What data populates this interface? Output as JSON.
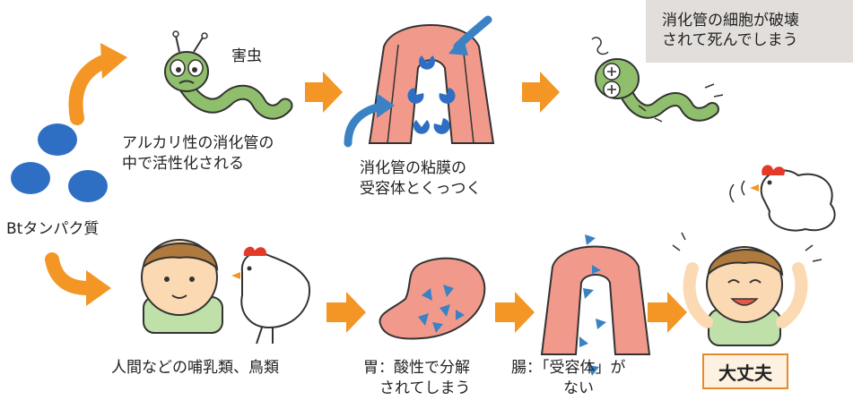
{
  "note": {
    "line1": "消化管の細胞が破壊",
    "line2": "されて死んでしまう"
  },
  "top_path": {
    "pest_label": "害虫",
    "activation_line1": "アルカリ性の消化管の",
    "activation_line2": "中で活性化される",
    "binding_line1": "消化管の粘膜の",
    "binding_line2": "受容体とくっつく"
  },
  "protein_label": "Btタンパク質",
  "bottom_path": {
    "mammals_label": "人間などの哺乳類、鳥類",
    "stomach_line1": "胃：酸性で分解",
    "stomach_line2": "されてしまう",
    "intestine_line1": "腸：「受容体」が",
    "intestine_line2": "ない",
    "safe_label": "大丈夫"
  },
  "colors": {
    "arrow_orange": "#f39625",
    "protein_blue": "#2f6fc3",
    "tissue_pink": "#f19a8c",
    "caterpillar_green": "#8fbe6c",
    "note_gray": "#e2dedb"
  }
}
